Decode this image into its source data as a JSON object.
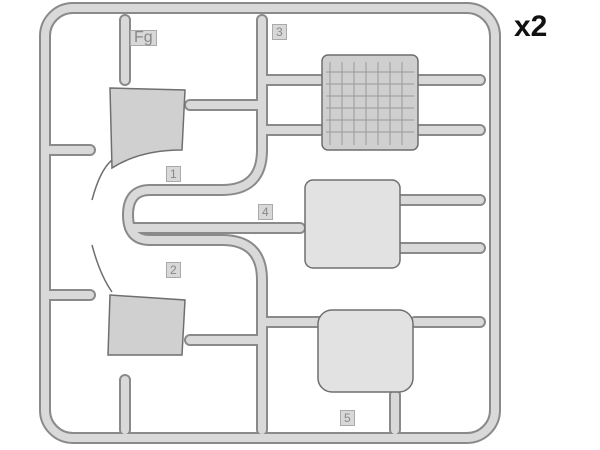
{
  "quantity": "x2",
  "sprue_letter": "Fg",
  "part_numbers": [
    "1",
    "2",
    "3",
    "4",
    "5"
  ],
  "colors": {
    "plastic": "#d9d9d9",
    "outline": "#8a8a8a"
  }
}
